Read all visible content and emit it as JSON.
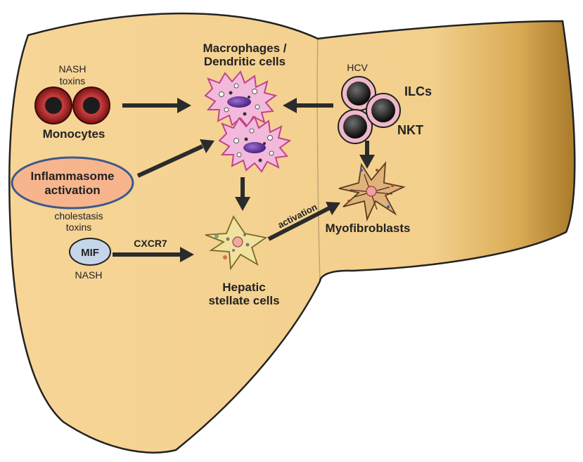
{
  "labels": {
    "nash_top": "NASH",
    "toxins_top": "toxins",
    "monocytes": "Monocytes",
    "macrophages_line1": "Macrophages /",
    "macrophages_line2": "Dendritic cells",
    "hcv": "HCV",
    "ilcs": "ILCs",
    "nkt": "NKT",
    "inflammasome_line1": "Inflammasome",
    "inflammasome_line2": "activation",
    "cholestasis": "cholestasis",
    "toxins_mid": "toxins",
    "mif": "MIF",
    "cxcr7": "CXCR7",
    "nash_bottom": "NASH",
    "hepatic_line1": "Hepatic",
    "hepatic_line2": "stellate cells",
    "activation": "activation",
    "myofibroblasts": "Myofibroblasts"
  },
  "colors": {
    "liver_fill": "#f6d597",
    "liver_edge_dark": "#b8892f",
    "outline": "#222222",
    "arrow": "#2b2b2b",
    "monocyte_red": "#8a1a1a",
    "macrophage_pink": "#f3b9dc",
    "nucleus_purple": "#6a3b9c",
    "lymphocyte_ring": "#efb8c8",
    "stellate_yellow": "#f2e2a0",
    "myofibroblast_tan": "#deb27a",
    "inflammasome_fill": "#f7b58e",
    "inflammasome_stroke": "#3d5a8a",
    "mif_fill": "#c6d6ea"
  }
}
